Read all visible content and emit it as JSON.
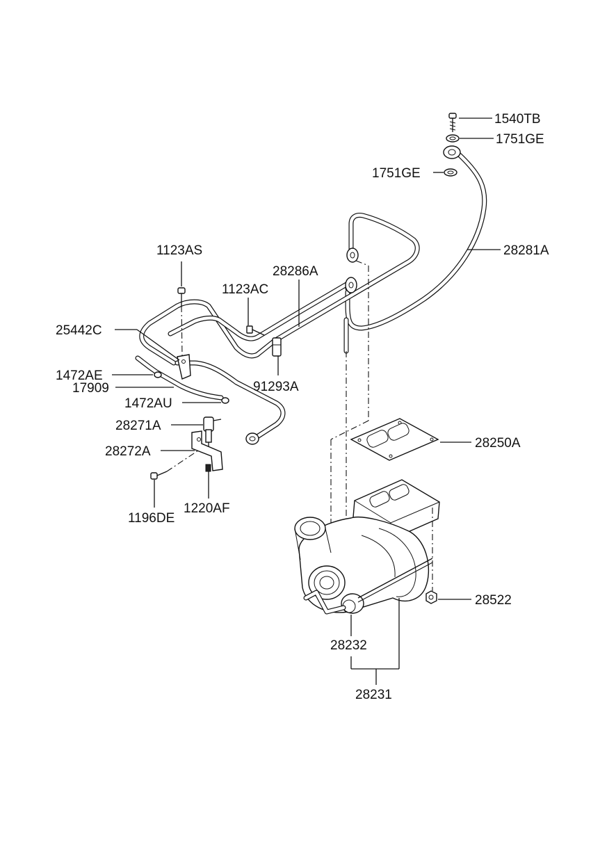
{
  "labels": {
    "p1540TB": "1540TB",
    "p1751GE_top": "1751GE",
    "p1751GE_mid": "1751GE",
    "p28281A": "28281A",
    "p1123AS": "1123AS",
    "p28286A": "28286A",
    "p1123AC": "1123AC",
    "p25442C": "25442C",
    "p91293A": "91293A",
    "p1472AE": "1472AE",
    "p17909": "17909",
    "p1472AU": "1472AU",
    "p28271A": "28271A",
    "p28272A": "28272A",
    "p28250A": "28250A",
    "p1196DE": "1196DE",
    "p1220AF": "1220AF",
    "p28522": "28522",
    "p28232": "28232",
    "p28231": "28231"
  },
  "colors": {
    "line": "#111111",
    "background": "#ffffff"
  }
}
